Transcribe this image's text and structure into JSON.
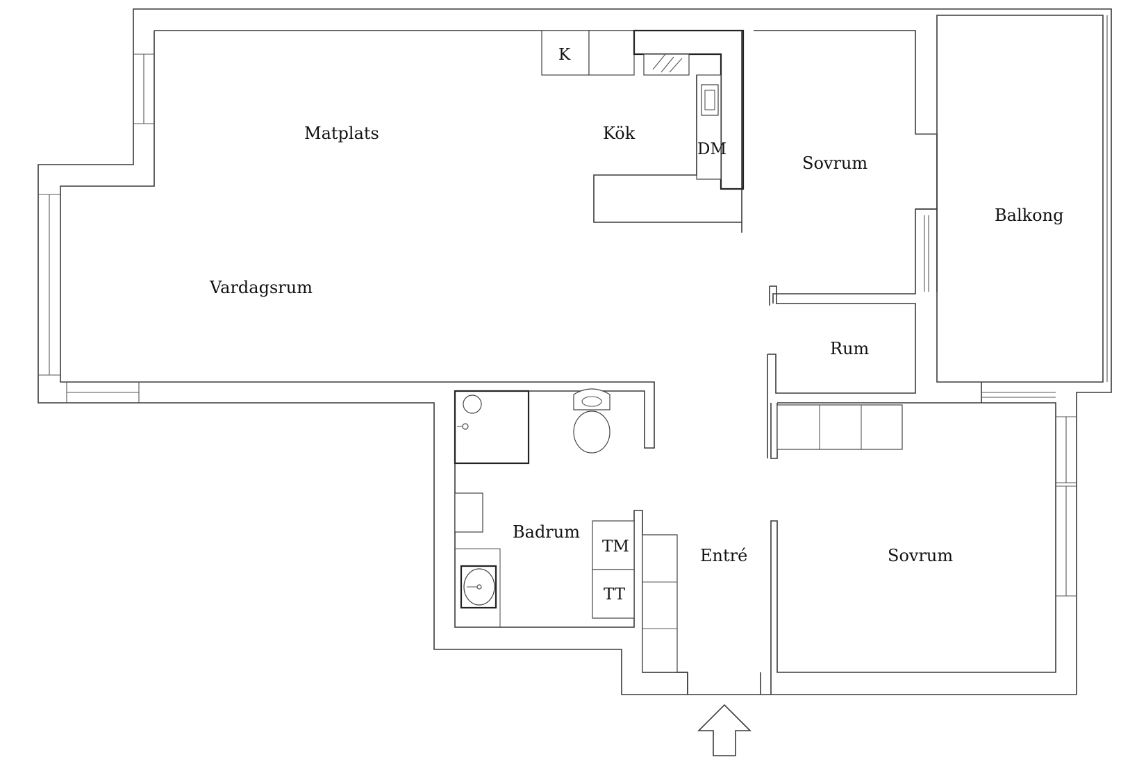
{
  "rooms": {
    "matplats": "Matplats",
    "kok": "Kök",
    "k": "K",
    "dm": "DM",
    "sovrum_upper": "Sovrum",
    "balkong": "Balkong",
    "vardagsrum": "Vardagsrum",
    "rum": "Rum",
    "badrum": "Badrum",
    "tm": "TM",
    "tt": "TT",
    "entre": "Entré",
    "sovrum_lower": "Sovrum"
  },
  "icons": {
    "entrance": "entrance-arrow-icon",
    "toilet": "toilet-icon",
    "sink": "sink-icon",
    "shower": "shower-icon",
    "stove": "stove-icon"
  },
  "colors": {
    "wall": "#3a3a3a",
    "background": "#ffffff"
  }
}
